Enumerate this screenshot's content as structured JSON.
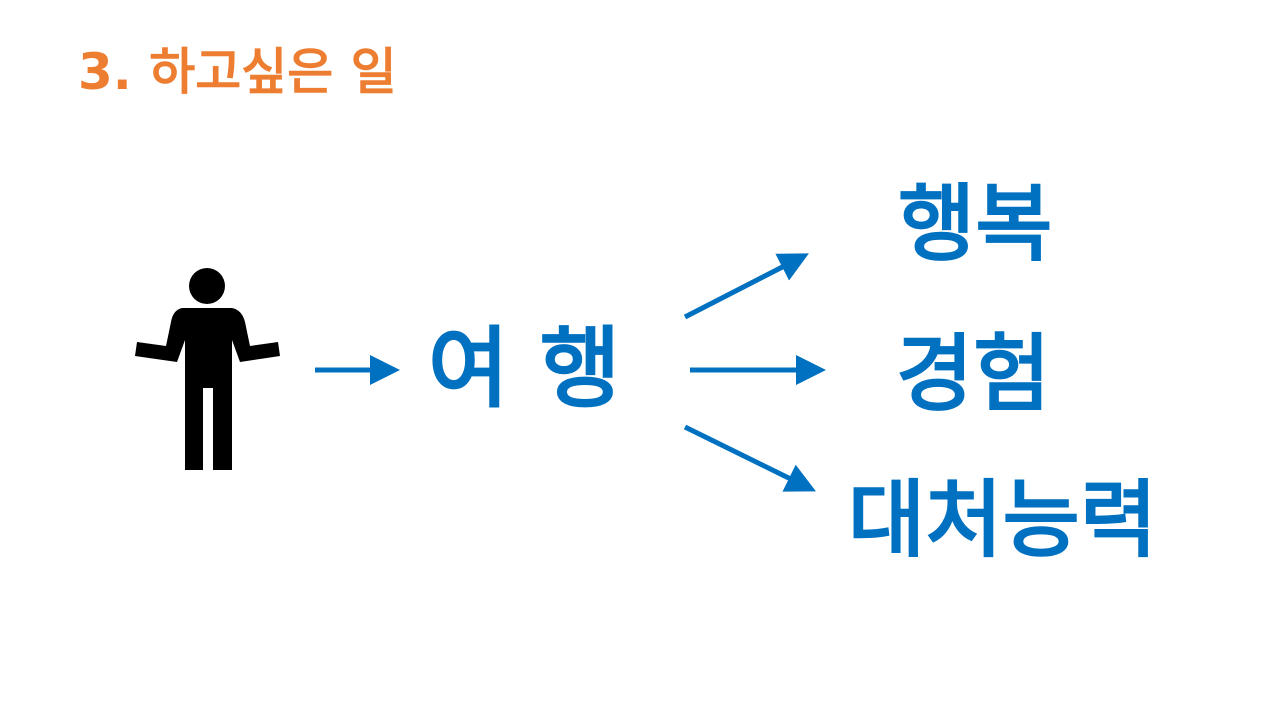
{
  "title": "3. 하고싶은 일",
  "center_word": "여 행",
  "outcomes": [
    "행복",
    "경험",
    "대처능력"
  ],
  "colors": {
    "title": "#ED7D31",
    "accent": "#0070C0",
    "figure": "#000000"
  }
}
